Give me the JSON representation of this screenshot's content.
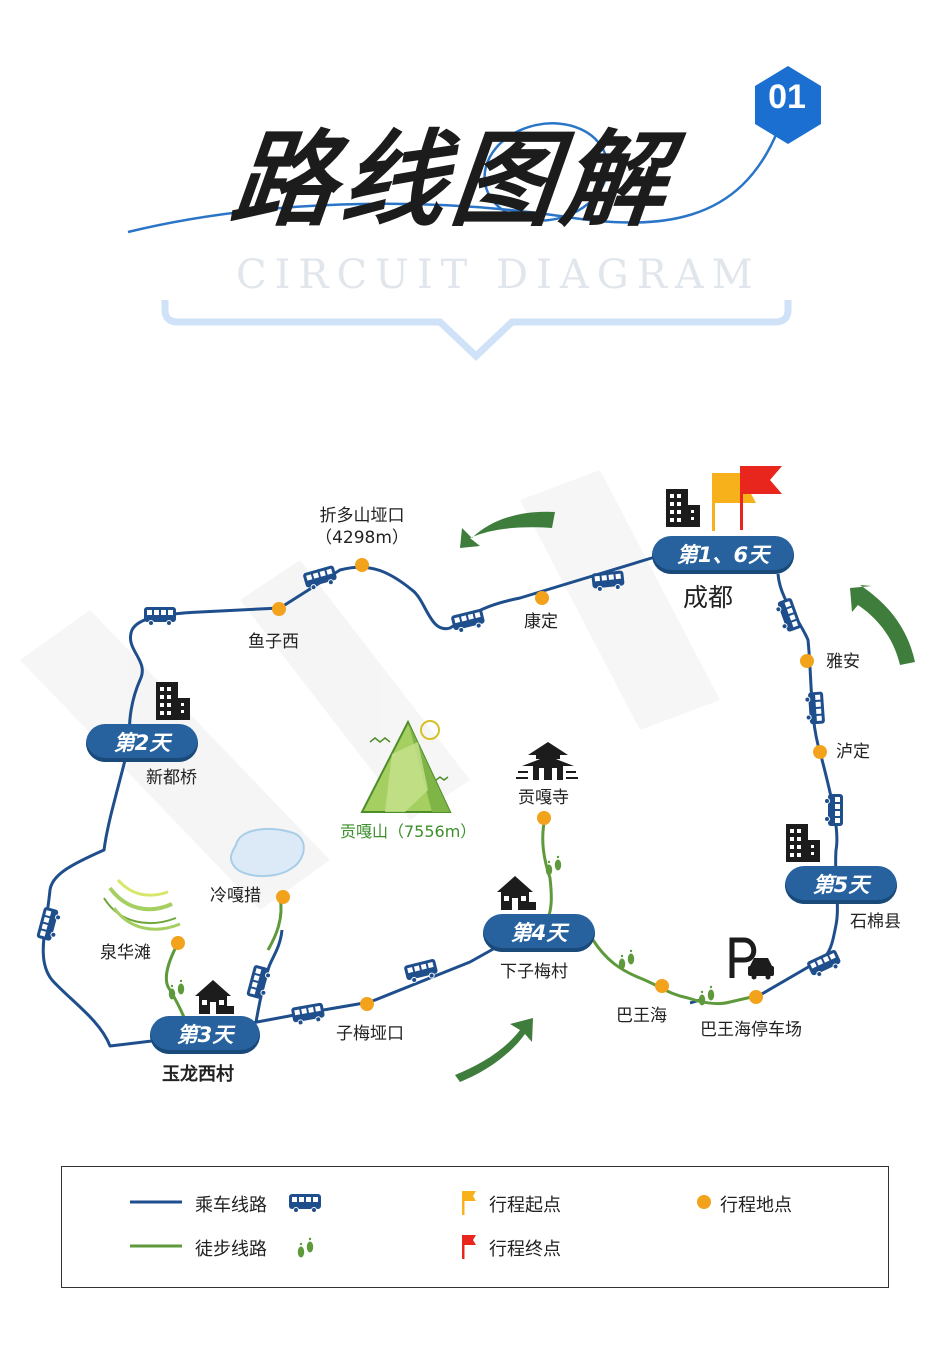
{
  "header": {
    "badge": "01",
    "title": "路线图解",
    "subtitle": "CIRCUIT DIAGRAM"
  },
  "colors": {
    "bus_route": "#1f4e8c",
    "hiking_route": "#5e9a3c",
    "day_badge": "#27629f",
    "stop_dot": "#f3a21c",
    "arrow": "#3f7d3c",
    "flag_start": "#f7b21b",
    "flag_end": "#e8261d"
  },
  "places": {
    "chengdu": "成都",
    "yaan": "雅安",
    "luding": "泸定",
    "shimian": "石棉县",
    "kangding": "康定",
    "zheduo": "折多山垭口",
    "zheduo_alt": "（4298m）",
    "yuzixi": "鱼子西",
    "xinduqiao": "新都桥",
    "gongga_shan": "贡嘎山（7556m）",
    "gongga_si": "贡嘎寺",
    "lenggacuo": "冷嘎措",
    "quanhuatan": "泉华滩",
    "yulongxi": "玉龙西村",
    "zimei_yakou": "子梅垭口",
    "xiazimei": "下子梅村",
    "bawanghai": "巴王海",
    "bawanghai_parking": "巴王海停车场"
  },
  "days": {
    "d1": "第1、6天",
    "d2": "第2天",
    "d3": "第3天",
    "d4": "第4天",
    "d5": "第5天"
  },
  "legend": {
    "bus": "乘车线路",
    "hike": "徒步线路",
    "start": "行程起点",
    "end": "行程终点",
    "stop": "行程地点"
  },
  "icons": {
    "bus": "bus-icon",
    "footprint": "footprint-icon",
    "building": "building-icon",
    "temple": "temple-icon",
    "mountain": "mountain-icon",
    "lake": "lake-icon",
    "parking": "parking-icon"
  }
}
